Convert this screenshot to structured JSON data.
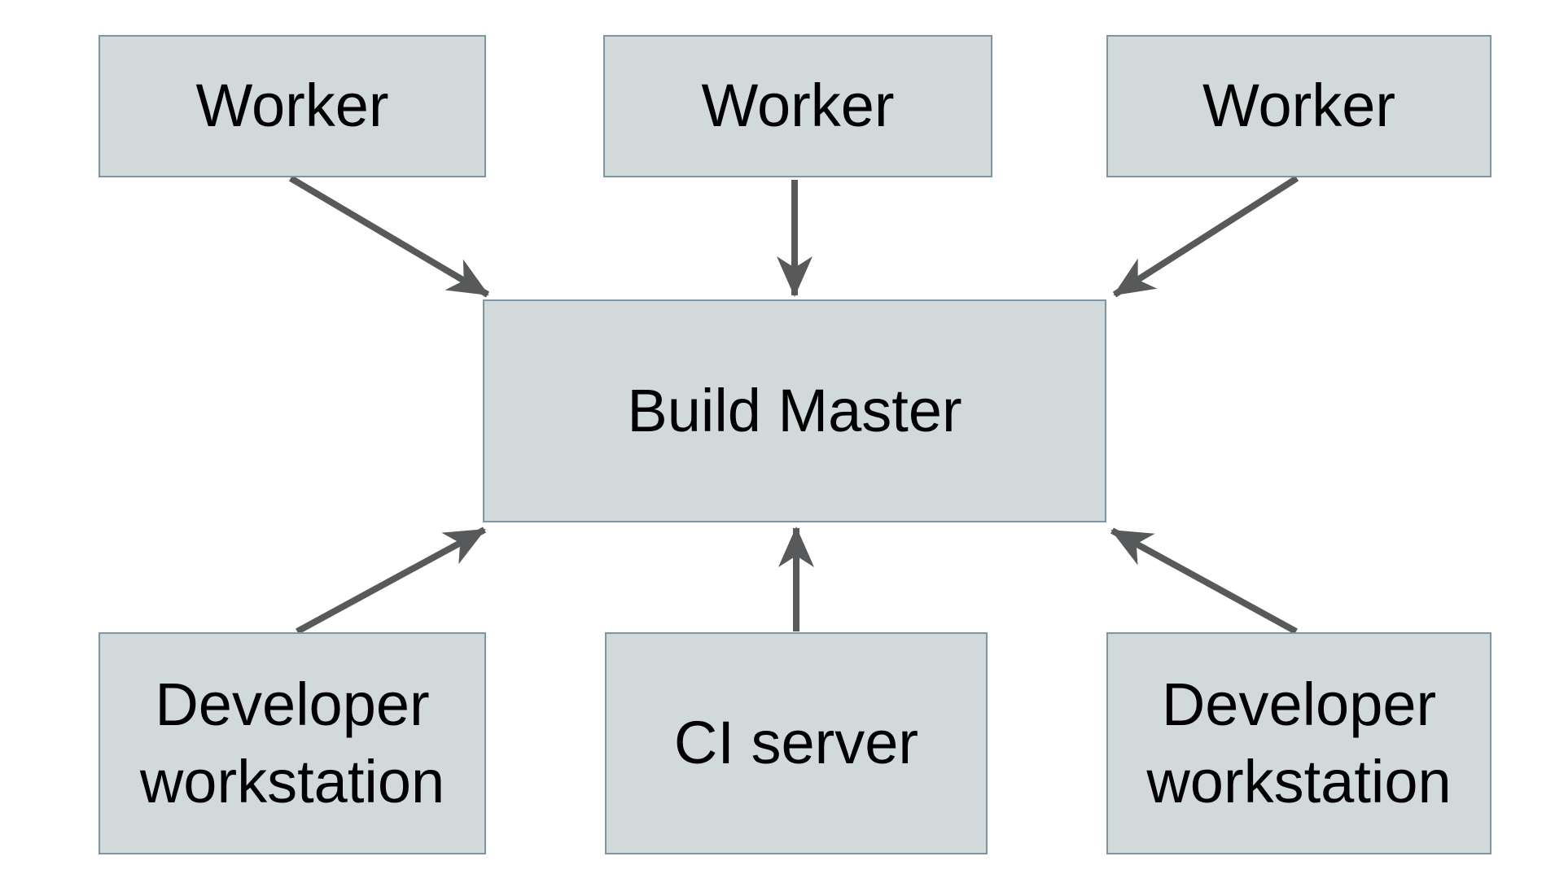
{
  "diagram": {
    "type": "architecture-diagram",
    "colors": {
      "background": "#ffffff",
      "node_fill": "#d2d9db",
      "node_border": "#7d96a1",
      "arrow": "#58595a",
      "text": "#000000"
    },
    "nodes": {
      "worker_left": {
        "label": "Worker"
      },
      "worker_middle": {
        "label": "Worker"
      },
      "worker_right": {
        "label": "Worker"
      },
      "build_master": {
        "label": "Build Master"
      },
      "dev_left": {
        "label": "Developer workstation"
      },
      "ci_server": {
        "label": "CI server"
      },
      "dev_right": {
        "label": "Developer workstation"
      }
    },
    "edges": [
      {
        "from": "worker_left",
        "to": "build_master"
      },
      {
        "from": "worker_middle",
        "to": "build_master"
      },
      {
        "from": "worker_right",
        "to": "build_master"
      },
      {
        "from": "dev_left",
        "to": "build_master"
      },
      {
        "from": "ci_server",
        "to": "build_master"
      },
      {
        "from": "dev_right",
        "to": "build_master"
      }
    ]
  }
}
